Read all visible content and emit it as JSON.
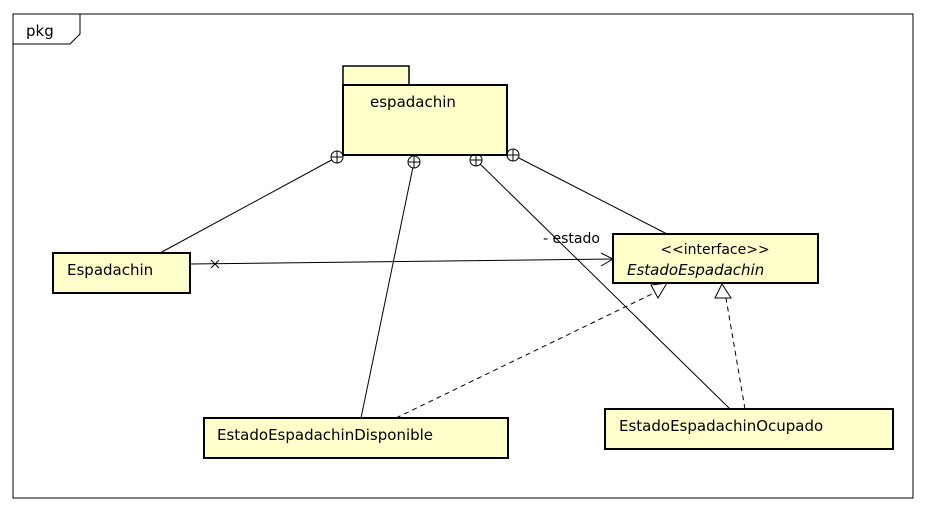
{
  "frame": {
    "label": "pkg"
  },
  "package": {
    "name": "espadachin"
  },
  "classes": {
    "espadachin": {
      "name": "Espadachin"
    },
    "interface": {
      "stereotype": "<<interface>>",
      "name": "EstadoEspadachin"
    },
    "disponible": {
      "name": "EstadoEspadachinDisponible"
    },
    "ocupado": {
      "name": "EstadoEspadachinOcupado"
    }
  },
  "association": {
    "role": "- estado"
  },
  "colors": {
    "box_fill": "#ffffcc",
    "stroke": "#000000"
  }
}
